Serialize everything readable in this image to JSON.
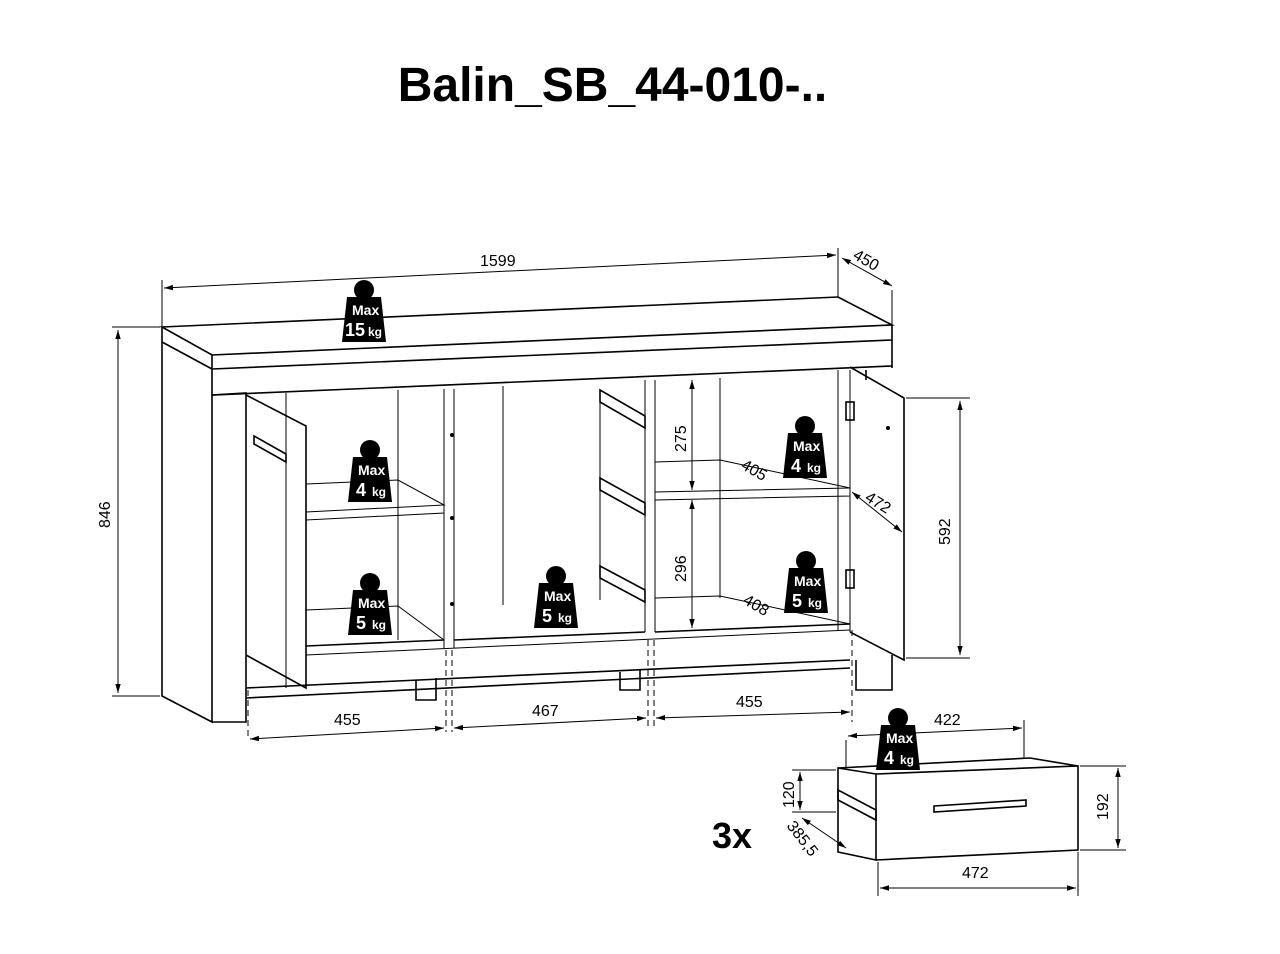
{
  "title": "Balin_SB_44-010-..",
  "dimensions": {
    "width": "1599",
    "depth": "450",
    "height": "846",
    "door_height": "592",
    "compartment_left": "455",
    "compartment_middle": "467",
    "compartment_right": "455",
    "shelf_upper_height": "275",
    "shelf_upper_depth": "405",
    "shelf_lower_height": "296",
    "shelf_lower_depth": "408",
    "door_width": "472",
    "drawer_inner_width": "422",
    "drawer_inner_height": "120",
    "drawer_inner_depth": "385,5",
    "drawer_front_height": "192",
    "drawer_front_width": "472"
  },
  "weights": {
    "max_label": "Max",
    "unit": "kg",
    "top": "15",
    "left_shelf": "4",
    "left_bottom": "5",
    "middle_bottom": "5",
    "right_shelf": "4",
    "right_bottom": "5",
    "drawer": "4"
  },
  "drawer_quantity": "3x"
}
